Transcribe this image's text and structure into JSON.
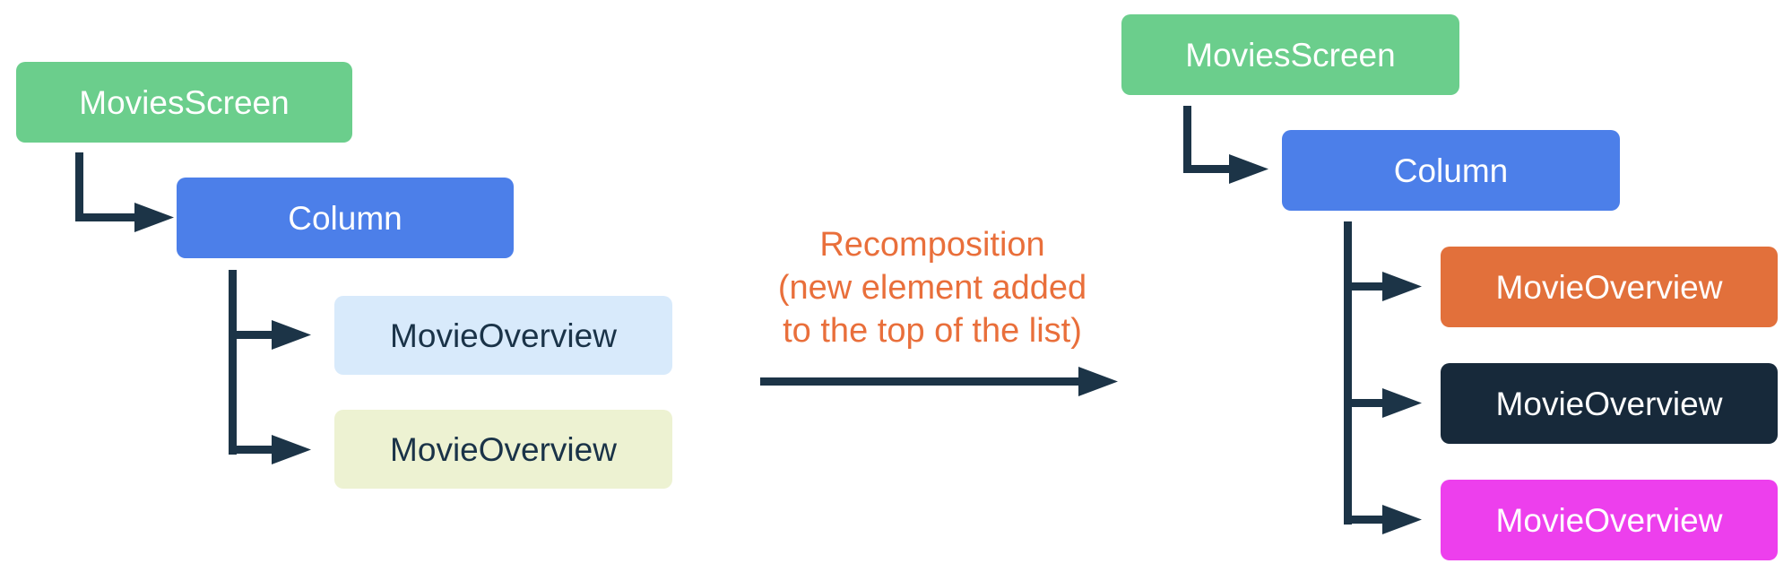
{
  "colors": {
    "connector": "#1C3447",
    "caption_orange": "#E96F3B",
    "green": "#6BCE8C",
    "blue": "#4C7FE9",
    "light_blue": "#D8EAFB",
    "pale_yellow": "#EDF2D2",
    "orange": "#E2703B",
    "navy": "#17293A",
    "magenta": "#ED3FED",
    "dark_text": "#1A3348",
    "white_text": "#FFFFFF"
  },
  "left_tree": {
    "root": {
      "label": "MoviesScreen",
      "color": "green"
    },
    "child": {
      "label": "Column",
      "color": "blue"
    },
    "grandchildren": [
      {
        "label": "MovieOverview",
        "color": "light_blue"
      },
      {
        "label": "MovieOverview",
        "color": "pale_yellow"
      }
    ]
  },
  "caption": {
    "lines": [
      "Recomposition",
      "(new element added",
      "to the top of the list)"
    ]
  },
  "right_tree": {
    "root": {
      "label": "MoviesScreen",
      "color": "green"
    },
    "child": {
      "label": "Column",
      "color": "blue"
    },
    "grandchildren": [
      {
        "label": "MovieOverview",
        "color": "orange"
      },
      {
        "label": "MovieOverview",
        "color": "navy"
      },
      {
        "label": "MovieOverview",
        "color": "magenta"
      }
    ]
  }
}
